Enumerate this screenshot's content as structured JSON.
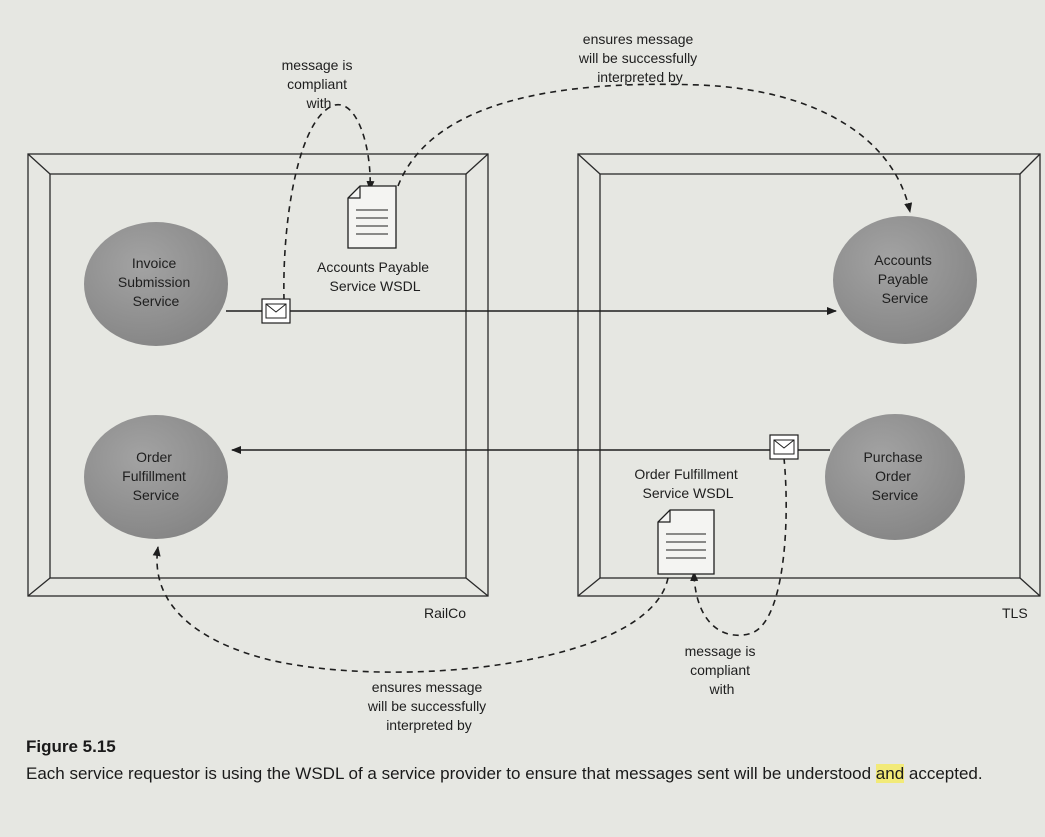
{
  "containers": {
    "left_label": "RailCo",
    "right_label": "TLS"
  },
  "services": {
    "invoice": [
      "Invoice",
      "Submission",
      "Service"
    ],
    "order_fulfillment": [
      "Order",
      "Fulfillment",
      "Service"
    ],
    "accounts_payable": [
      "Accounts",
      "Payable",
      "Service"
    ],
    "purchase_order": [
      "Purchase",
      "Order",
      "Service"
    ]
  },
  "documents": {
    "ap_wsdl": [
      "Accounts Payable",
      "Service WSDL"
    ],
    "of_wsdl": [
      "Order Fulfillment",
      "Service WSDL"
    ]
  },
  "annotations": {
    "compliant_top": [
      "message is",
      "compliant",
      "with"
    ],
    "interpreted_top": [
      "ensures message",
      "will be successfully",
      "interpreted by"
    ],
    "compliant_bottom": [
      "message is",
      "compliant",
      "with"
    ],
    "interpreted_bottom": [
      "ensures message",
      "will be successfully",
      "interpreted by"
    ]
  },
  "caption": {
    "title": "Figure 5.15",
    "text_before": "Each service requestor is using the WSDL of a service provider to ensure that messages sent will be understood ",
    "highlight": "and",
    "text_after": " accepted."
  },
  "colors": {
    "background": "#e6e7e2",
    "service_fill": "#8c8c8c",
    "line": "#1e1e1e",
    "highlight": "#f2ea78"
  }
}
